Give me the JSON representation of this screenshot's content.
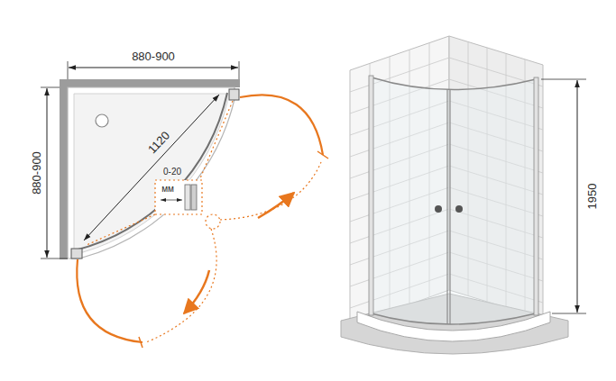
{
  "diagram": {
    "labels": [
      "880-900",
      "880-900",
      "1120",
      "0-20",
      "мм",
      "1950"
    ]
  }
}
